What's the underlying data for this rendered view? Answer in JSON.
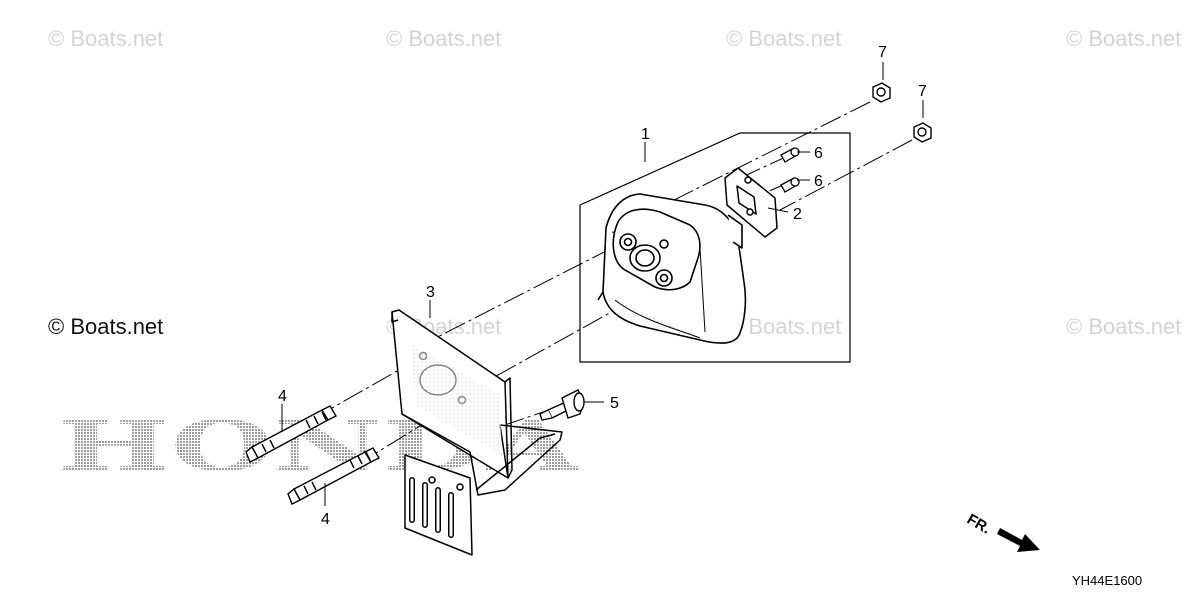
{
  "watermarks": {
    "w1": "© Boats.net",
    "w2": "© Boats.net",
    "w3": "© Boats.net",
    "w4": "© Boats.net",
    "w5": "© Boats.net",
    "w6": "© Boats.net",
    "w7": "© Boats.net",
    "w8": "© Boats.net"
  },
  "brand_watermark": "HONDA",
  "callouts": [
    {
      "id": "p1",
      "label": "1"
    },
    {
      "id": "p2",
      "label": "2"
    },
    {
      "id": "p3",
      "label": "3"
    },
    {
      "id": "p4a",
      "label": "4"
    },
    {
      "id": "p4b",
      "label": "4"
    },
    {
      "id": "p5",
      "label": "5"
    },
    {
      "id": "p6a",
      "label": "6"
    },
    {
      "id": "p6b",
      "label": "6"
    },
    {
      "id": "p7a",
      "label": "7"
    },
    {
      "id": "p7b",
      "label": "7"
    }
  ],
  "direction_label": "FR.",
  "diagram_code": "YH44E1600"
}
